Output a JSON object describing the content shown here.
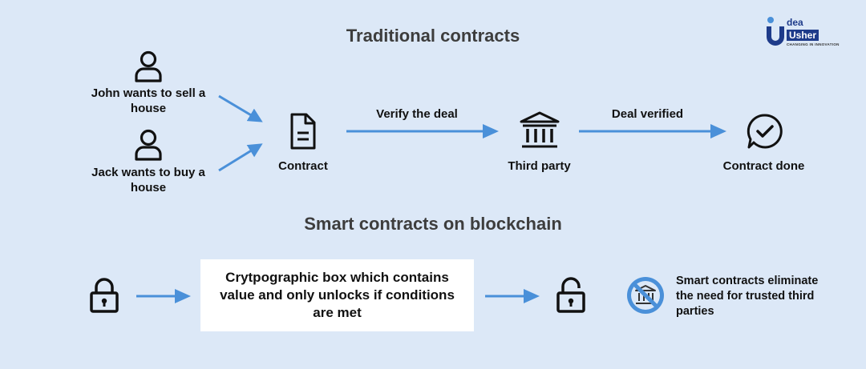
{
  "logo": {
    "word1": "dea",
    "word2": "Usher",
    "tagline": "CHANGING IN INNOVATION"
  },
  "traditional": {
    "title": "Traditional contracts",
    "party1": "John wants to sell a house",
    "party2": "Jack wants to buy a house",
    "contract": "Contract",
    "verify_label": "Verify the deal",
    "third_party": "Third party",
    "verified_label": "Deal verified",
    "done": "Contract done"
  },
  "smart": {
    "title": "Smart contracts on blockchain",
    "box_text": "Crytpographic box which contains value and only unlocks if conditions are met",
    "note": "Smart contracts eliminate the need for trusted third parties"
  },
  "colors": {
    "background": "#dce8f7",
    "arrow": "#4a90d9",
    "icon": "#111111"
  }
}
